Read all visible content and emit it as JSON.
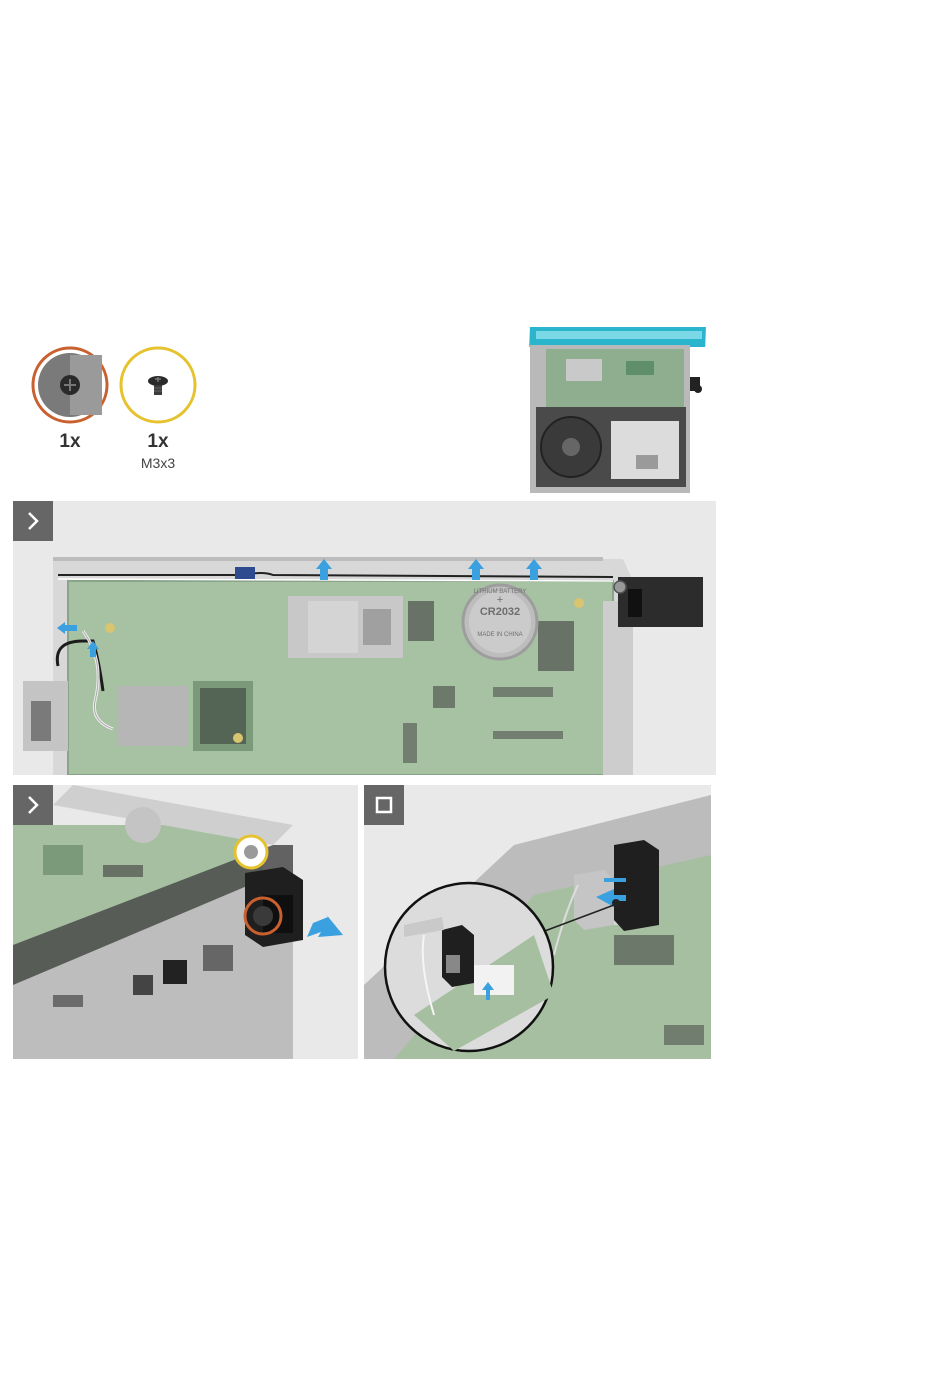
{
  "screws": [
    {
      "count": "1x",
      "type": "",
      "ring_color": "#c8602f"
    },
    {
      "count": "1x",
      "type": "M3x3",
      "ring_color": "#e5c22e"
    }
  ],
  "colors": {
    "accent_blue": "#3aa0e0",
    "panel_bg": "#e9e9e9",
    "board_green": "#9fb89a",
    "step_button": "#666666"
  },
  "steps": [
    {
      "icon": "chevron-right-icon"
    },
    {
      "icon": "chevron-right-icon"
    },
    {
      "icon": "stop-square-icon"
    }
  ],
  "battery": {
    "symbol": "+",
    "brand": "LITHIUM BATTERY",
    "model": "CR2032",
    "origin": "MADE IN CHINA"
  }
}
